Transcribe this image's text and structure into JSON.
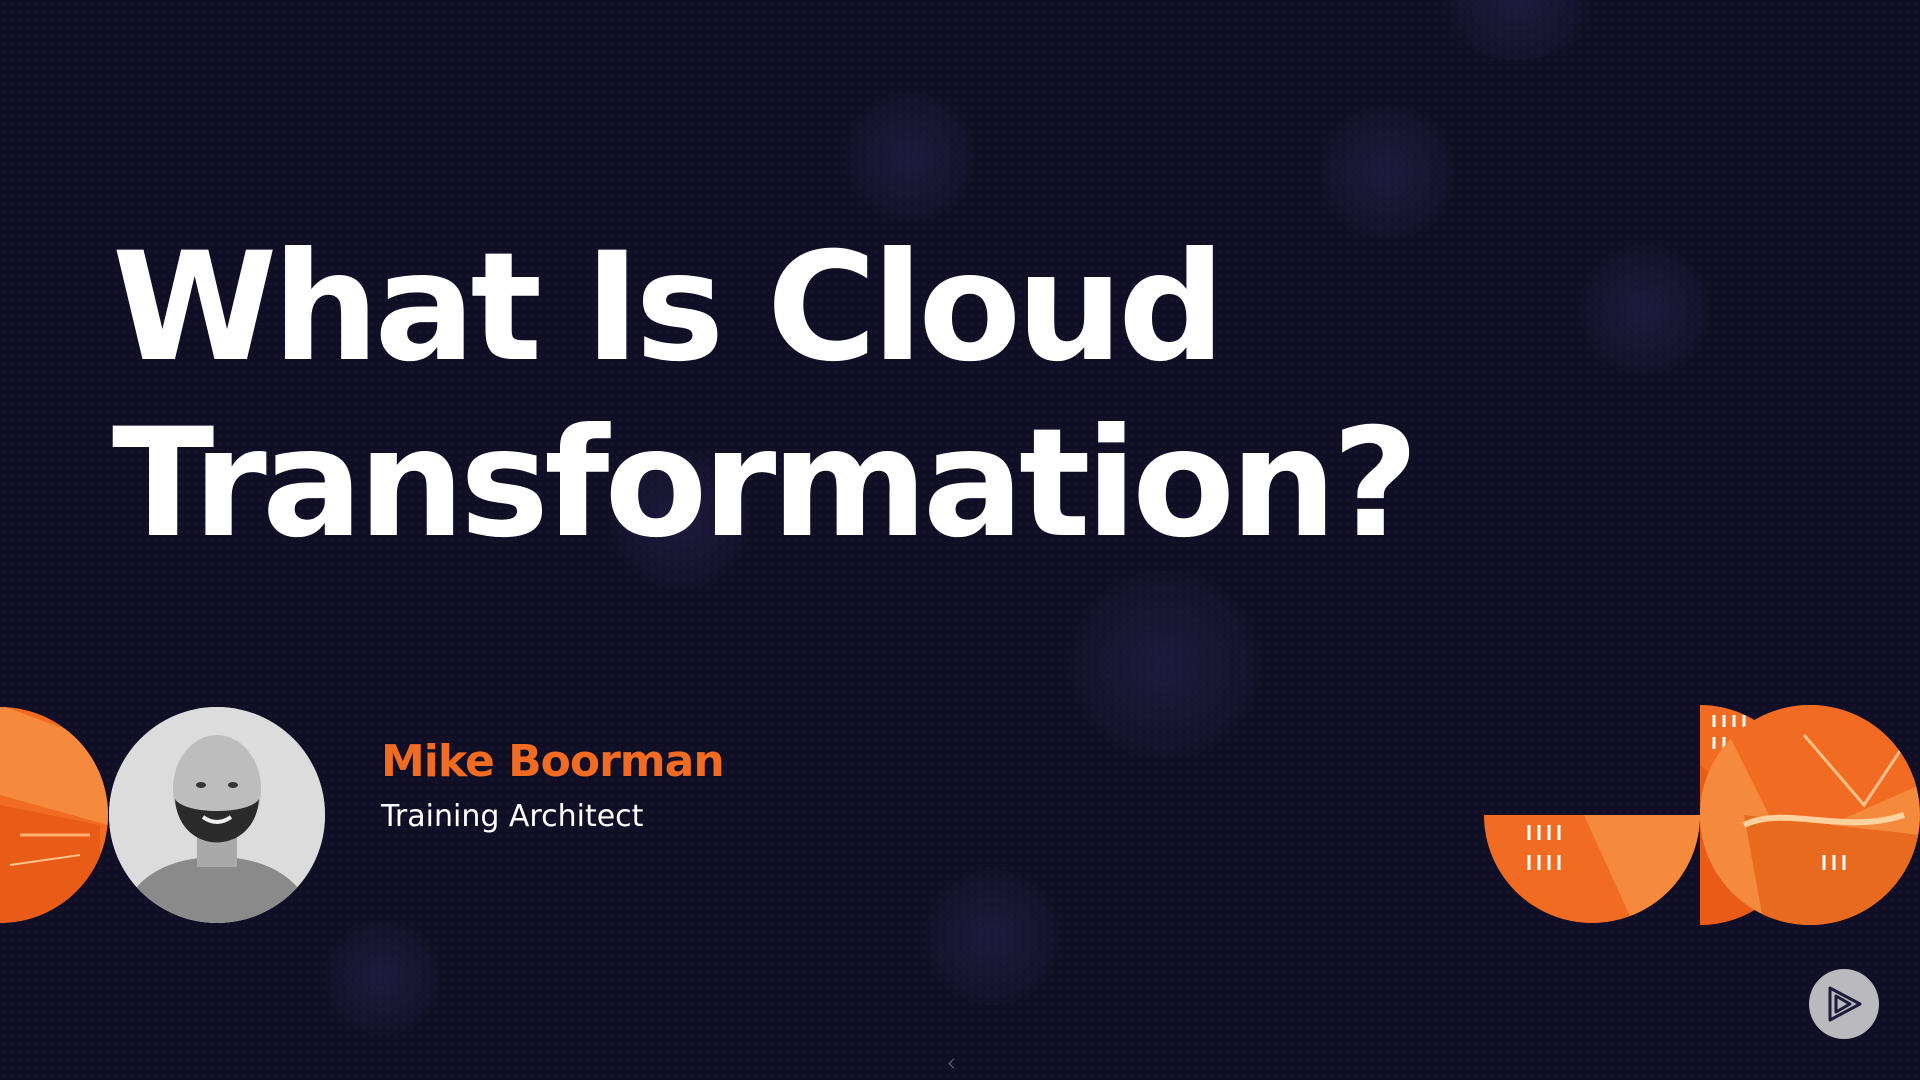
{
  "slide": {
    "title_line1": "What Is Cloud",
    "title_line2": "Transformation?",
    "presenter": {
      "name": "Mike Boorman",
      "role": "Training Architect"
    }
  },
  "colors": {
    "background": "#110f25",
    "accent_orange": "#f26b22",
    "title_text": "#ffffff"
  },
  "icons": {
    "logo": "play-logo-icon",
    "avatar": "presenter-avatar"
  }
}
